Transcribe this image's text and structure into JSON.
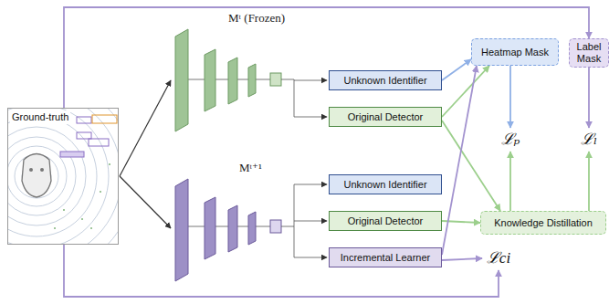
{
  "diagram": {
    "nodes": [
      {
        "text": [
          "Ground-truth"
        ]
      },
      {
        "text": [
          "Unknown Identifier"
        ]
      },
      {
        "text": [
          "Original Detector"
        ]
      },
      {
        "text": [
          "Heatmap Mask"
        ]
      },
      {
        "text": [
          "Label Mask"
        ]
      },
      {
        "text": [
          "ℒₚ"
        ]
      },
      {
        "text": [
          "ℒₗ"
        ]
      },
      {
        "text": [
          "Unknown Identifier"
        ]
      },
      {
        "text": [
          "Original Detector"
        ]
      },
      {
        "text": [
          "Knowledge Distillation"
        ]
      },
      {
        "text": [
          "Incremental Learner"
        ]
      },
      {
        "text": [
          "ℒci"
        ]
      }
    ],
    "edges": [
      {
        "from": 0,
        "to": 4,
        "arrow": "to"
      },
      {
        "from": 1,
        "to": 3,
        "arrow": "to"
      },
      {
        "from": 2,
        "to": 3,
        "arrow": "to"
      },
      {
        "from": 2,
        "to": 9,
        "arrow": "to"
      },
      {
        "from": 8,
        "to": 9,
        "arrow": "to"
      },
      {
        "from": 10,
        "to": 3,
        "arrow": "to"
      },
      {
        "from": 10,
        "to": 11,
        "arrow": "to"
      },
      {
        "from": 0,
        "to": 11,
        "arrow": "to"
      },
      {
        "from": 3,
        "to": 5,
        "arrow": "to"
      },
      {
        "from": 4,
        "to": 6,
        "arrow": "to"
      },
      {
        "from": 9,
        "to": 5,
        "arrow": "to"
      },
      {
        "from": 9,
        "to": 6,
        "arrow": "to"
      }
    ],
    "labels": [
      "Mᵗ (Frozen)",
      "Mᵗ⁺¹"
    ]
  }
}
